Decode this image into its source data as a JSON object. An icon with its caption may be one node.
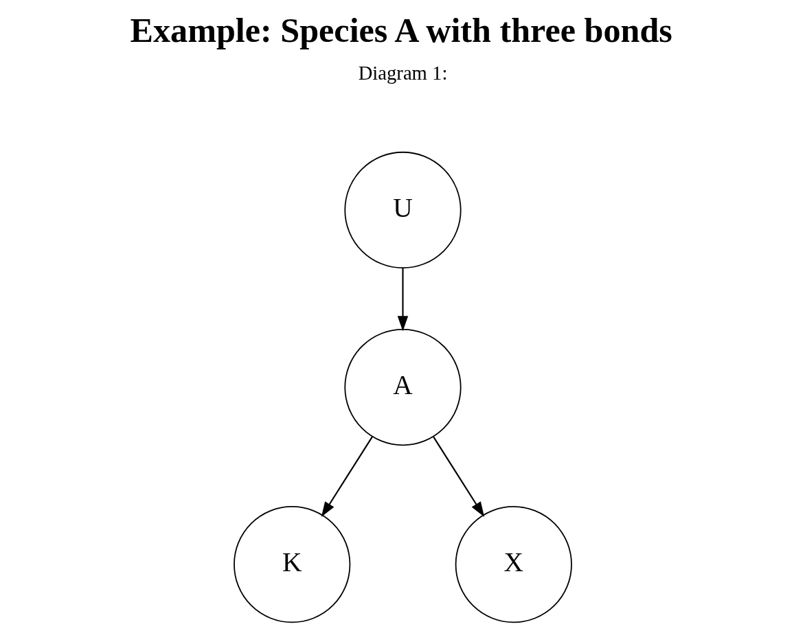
{
  "diagram": {
    "title": "Example: Species A with three bonds",
    "nodes": [
      {
        "text": [
          "U"
        ]
      },
      {
        "text": [
          "A"
        ]
      },
      {
        "text": [
          "K"
        ]
      },
      {
        "text": [
          "X"
        ]
      }
    ],
    "edges": [
      {
        "from": 0,
        "to": 1,
        "arrow": "to"
      },
      {
        "from": 1,
        "to": 2,
        "arrow": "to"
      },
      {
        "from": 1,
        "to": 3,
        "arrow": "to"
      }
    ],
    "labels": [
      "Diagram 1:"
    ]
  }
}
